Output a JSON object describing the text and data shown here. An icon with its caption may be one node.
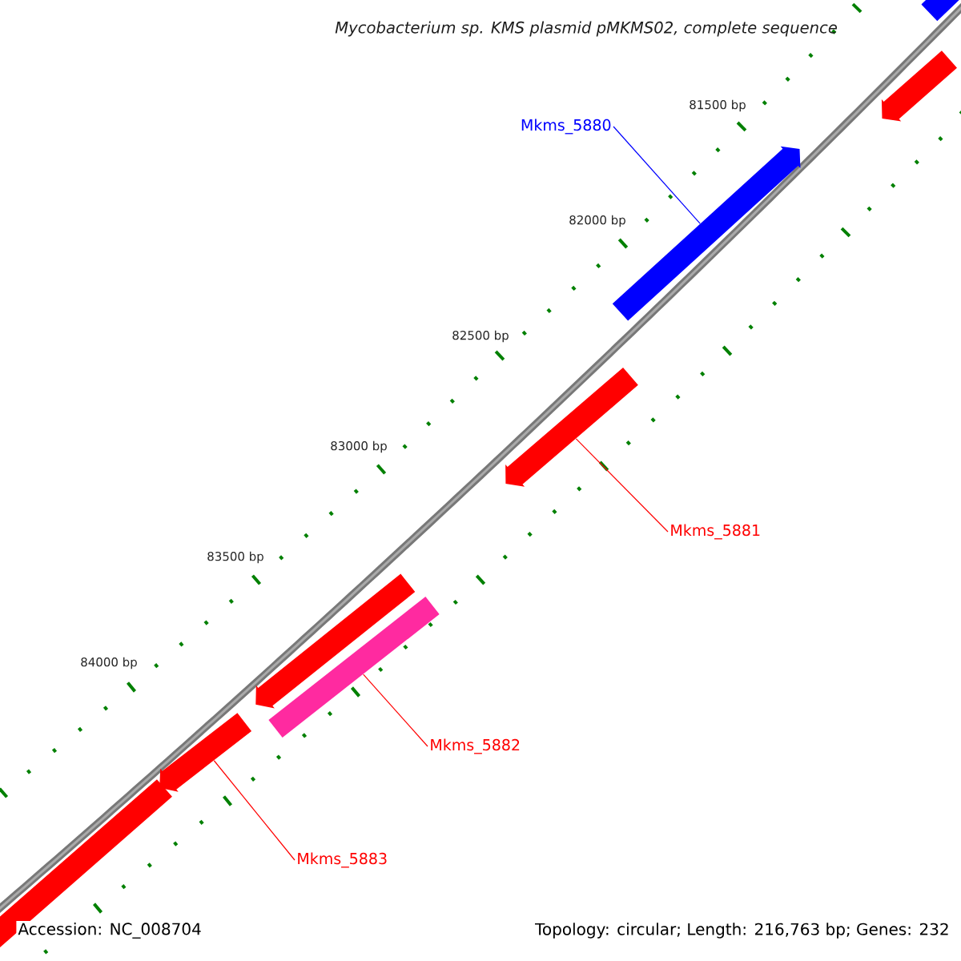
{
  "diagram": {
    "title": "Mycobacterium sp. KMS plasmid pMKMS02, complete sequence",
    "nodes": [
      {
        "text": [
          "Mkms_5880"
        ]
      },
      {
        "text": [
          "Mkms_5881"
        ]
      },
      {
        "text": [
          "Mkms_5882"
        ]
      },
      {
        "text": [
          "Mkms_5883"
        ]
      },
      {
        "text": [],
        "shape": "arrow"
      },
      {
        "text": [],
        "shape": "arrow"
      },
      {
        "text": [],
        "shape": "arrow"
      },
      {
        "text": [],
        "shape": "arrow"
      },
      {
        "text": [],
        "shape": "arrow"
      },
      {
        "text": [],
        "shape": "bar"
      },
      {
        "text": [],
        "shape": "arrow"
      },
      {
        "text": [],
        "shape": "arrow"
      }
    ],
    "edges": [
      {
        "from": 0,
        "to": 6,
        "arrow": "none",
        "color": "#0000ff"
      },
      {
        "from": 1,
        "to": 7,
        "arrow": "none"
      },
      {
        "from": 2,
        "to": 9,
        "arrow": "none"
      },
      {
        "from": 3,
        "to": 10,
        "arrow": "none"
      }
    ],
    "labels": [
      "81500 bp",
      "82000 bp",
      "82500 bp",
      "83000 bp",
      "83500 bp",
      "84000 bp",
      "Accession: NC_008704",
      "Topology: circular; Length: 216,763 bp; Genes: 232"
    ]
  }
}
